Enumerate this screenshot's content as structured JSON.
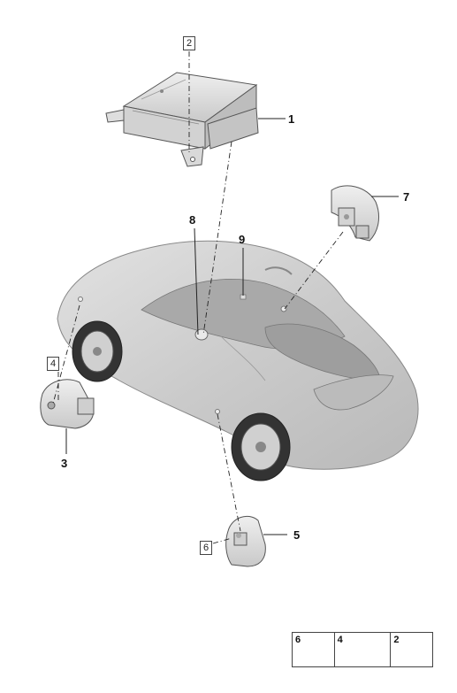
{
  "callouts": {
    "c1": "1",
    "c3": "3",
    "c5": "5",
    "c7": "7",
    "c8": "8",
    "c9": "9"
  },
  "boxed_refs": {
    "b2": "2",
    "b4": "4",
    "b6": "6"
  },
  "legend": {
    "items": [
      {
        "number": "6",
        "icon": "nut-icon"
      },
      {
        "number": "4",
        "icon": "bolt-icon"
      },
      {
        "number": "2",
        "icon": "hex-nut-icon"
      }
    ]
  },
  "colors": {
    "part_fill": "#e4e4e4",
    "part_stroke": "#555555",
    "car_body": "#cfcfcf",
    "leader_line": "#222222"
  }
}
